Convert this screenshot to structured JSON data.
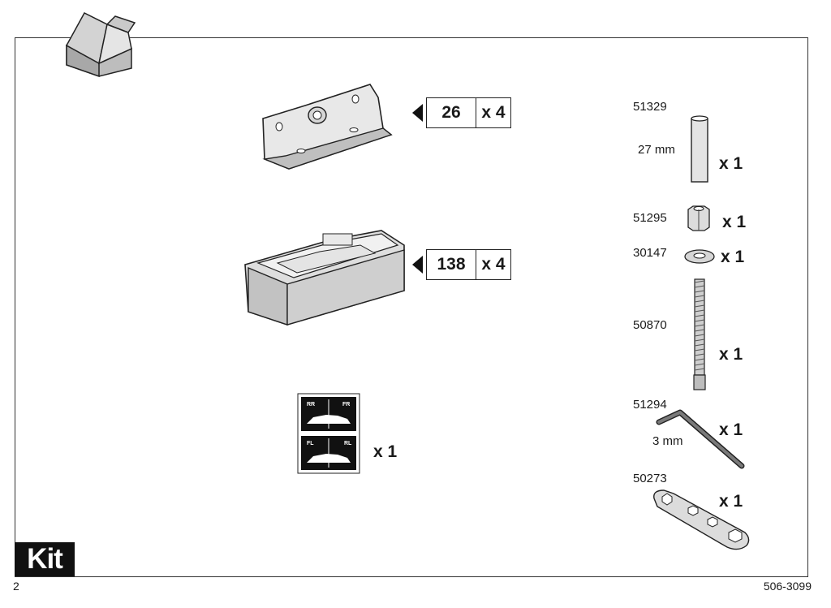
{
  "page": {
    "section_label": "Kit",
    "page_number": "2",
    "doc_code": "506-3099"
  },
  "icons": {
    "box": "open-box-icon",
    "decal": "position-decal-icon"
  },
  "main_parts": [
    {
      "ref": "26",
      "qty": "x 4"
    },
    {
      "ref": "138",
      "qty": "x 4"
    }
  ],
  "decal": {
    "labels": [
      "RR",
      "FR",
      "FL",
      "RL"
    ],
    "qty": "x 1"
  },
  "hardware": [
    {
      "code": "51329",
      "qty": "x 1",
      "dimension": "27 mm"
    },
    {
      "code": "51295",
      "qty": "x 1"
    },
    {
      "code": "30147",
      "qty": "x 1"
    },
    {
      "code": "50870",
      "qty": "x 1"
    },
    {
      "code": "51294",
      "qty": "x 1",
      "dimension": "3 mm"
    },
    {
      "code": "50273",
      "qty": "x 1"
    }
  ]
}
